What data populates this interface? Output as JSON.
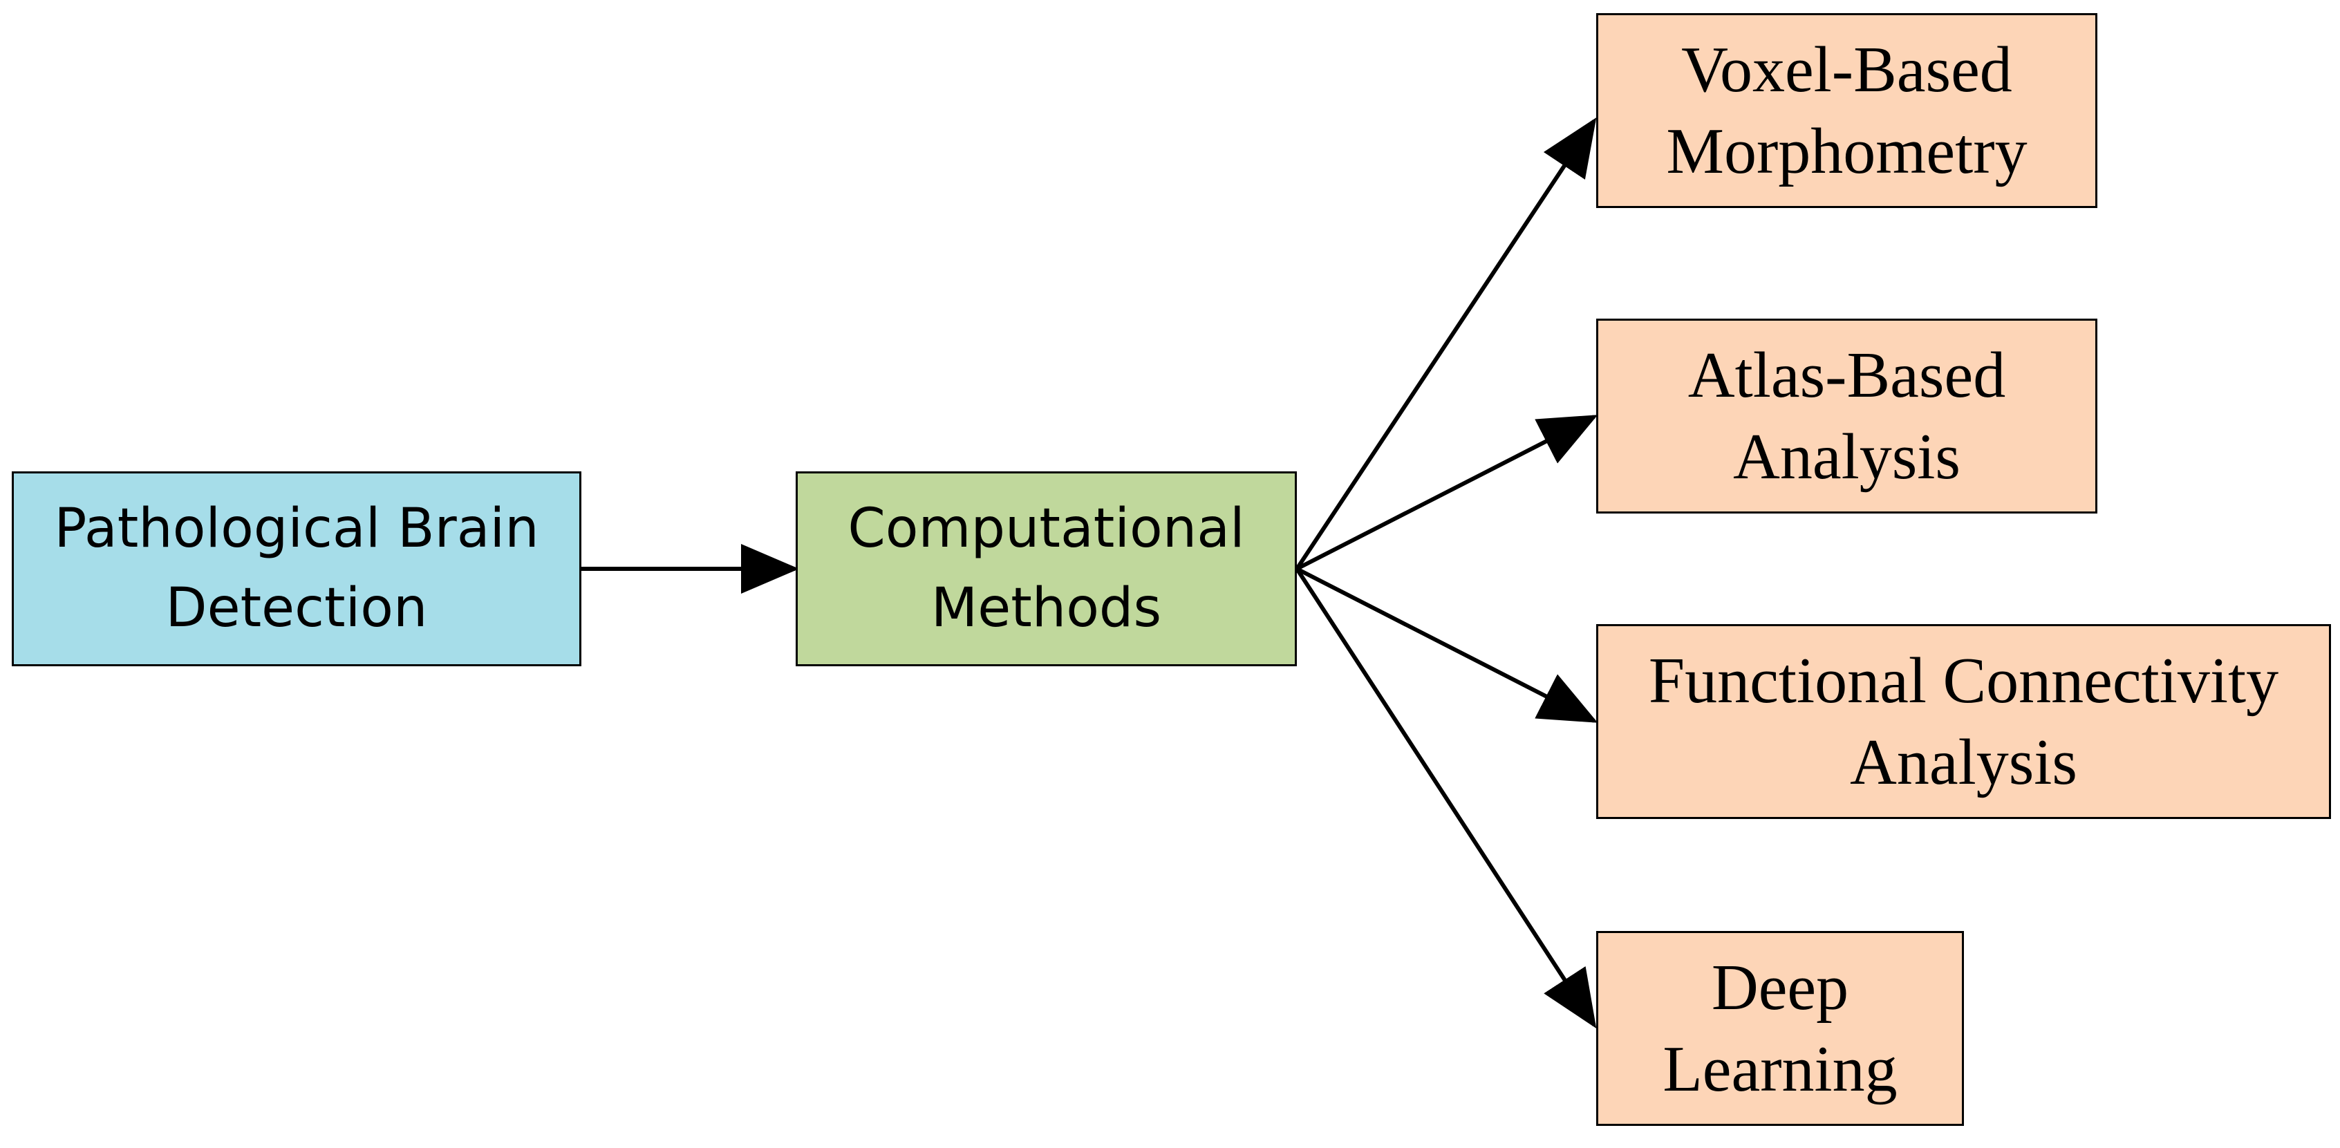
{
  "colors": {
    "source_fill": "#a6dde9",
    "methods_fill": "#c0d89c",
    "leaf_fill": "#fdd5b7",
    "border": "#000000",
    "arrow": "#000000"
  },
  "nodes": {
    "source": {
      "line1": "Pathological Brain",
      "line2": "Detection"
    },
    "methods": {
      "line1": "Computational",
      "line2": "Methods"
    },
    "vbm": {
      "line1": "Voxel-Based",
      "line2": "Morphometry"
    },
    "atlas": {
      "line1": "Atlas-Based",
      "line2": "Analysis"
    },
    "fca": {
      "line1": "Functional Connectivity",
      "line2": "Analysis"
    },
    "dl": {
      "line1": "Deep",
      "line2": "Learning"
    }
  },
  "edges": [
    {
      "from": "source",
      "to": "methods"
    },
    {
      "from": "methods",
      "to": "vbm"
    },
    {
      "from": "methods",
      "to": "atlas"
    },
    {
      "from": "methods",
      "to": "fca"
    },
    {
      "from": "methods",
      "to": "dl"
    }
  ]
}
